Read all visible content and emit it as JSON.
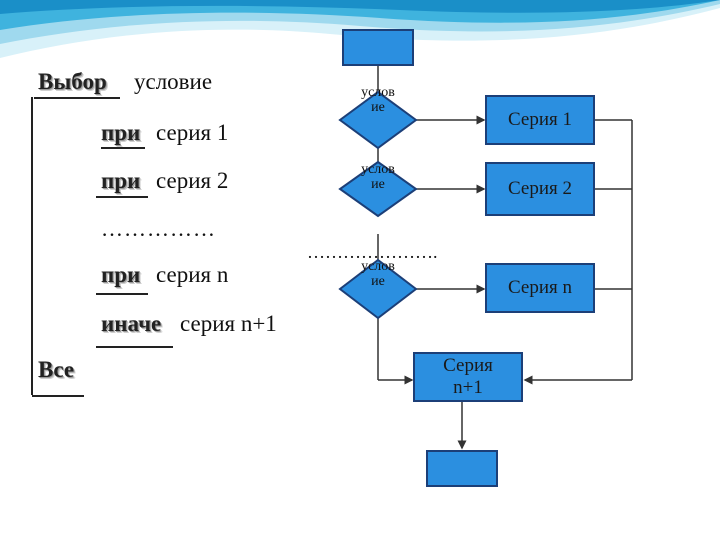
{
  "pseudocode": {
    "line1": {
      "keyword": "Выбор",
      "text": "условие"
    },
    "line2": {
      "keyword": "при",
      "text": "серия 1"
    },
    "line3": {
      "keyword": "при",
      "text": "серия 2"
    },
    "line4": {
      "dots": "……………"
    },
    "line5": {
      "keyword": "при",
      "text": "серия n"
    },
    "line6": {
      "keyword": "иначе",
      "text": "серия n+1"
    },
    "line7": {
      "keyword": "Все"
    }
  },
  "flowchart": {
    "conditions": [
      {
        "label": "условие"
      },
      {
        "label": "условие"
      },
      {
        "label": "условие"
      }
    ],
    "series": [
      {
        "label": "Серия 1"
      },
      {
        "label": "Серия 2"
      },
      {
        "label": "Серия n"
      },
      {
        "label": "Серия n+1"
      }
    ],
    "gap_dots": "………………….",
    "colors": {
      "box_fill": "#2b8fe0",
      "box_border": "#1c3f78",
      "wave_light": "#bfe8f5",
      "wave_dark": "#1f9fd0"
    }
  }
}
